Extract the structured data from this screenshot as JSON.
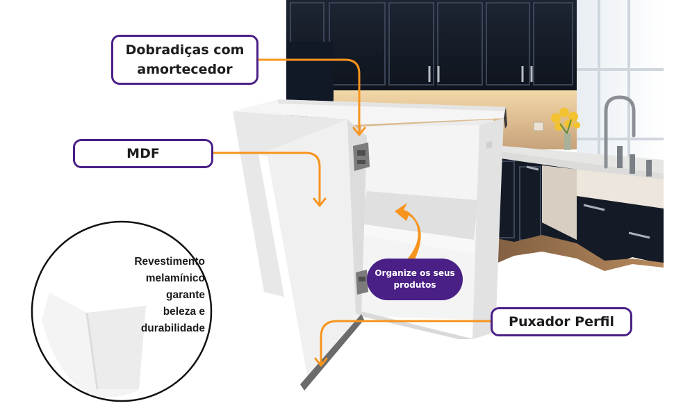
{
  "callouts": {
    "hinges": {
      "line1": "Dobradiças com",
      "line2": "amortecedor"
    },
    "material": "MDF",
    "handle": "Puxador Perfil",
    "organize": {
      "line1": "Organize os seus",
      "line2": "produtos"
    }
  },
  "zoom_detail": {
    "lines": [
      "Revestimento",
      "melamínico",
      "garante",
      "beleza e",
      "durabilidade"
    ]
  },
  "colors": {
    "accent_purple": "#4a1f86",
    "arrow_orange": "#f7941d",
    "cabinet_white": "#f2f2f2",
    "kitchen_dark": "#141c28"
  },
  "icons": [
    "hinge-icon",
    "arrow-icon",
    "curved-arrow-icon"
  ]
}
